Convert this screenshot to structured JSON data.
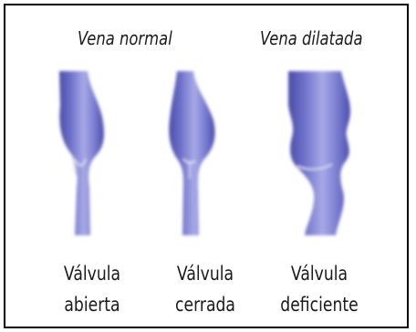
{
  "headings": {
    "normal": "Vena normal",
    "dilated": "Vena dilatada"
  },
  "veins": [
    {
      "id": "open",
      "line1": "Válvula",
      "line2": "abierta"
    },
    {
      "id": "closed",
      "line1": "Válvula",
      "line2": "cerrada"
    },
    {
      "id": "deficient",
      "line1": "Válvula",
      "line2": "deficiente"
    }
  ],
  "colors": {
    "vein_fill": "#6d70c9",
    "vein_highlight": "#a7a9e6",
    "vein_shadow": "#4a4ca8",
    "border": "#000000",
    "text": "#1a1a1a"
  }
}
